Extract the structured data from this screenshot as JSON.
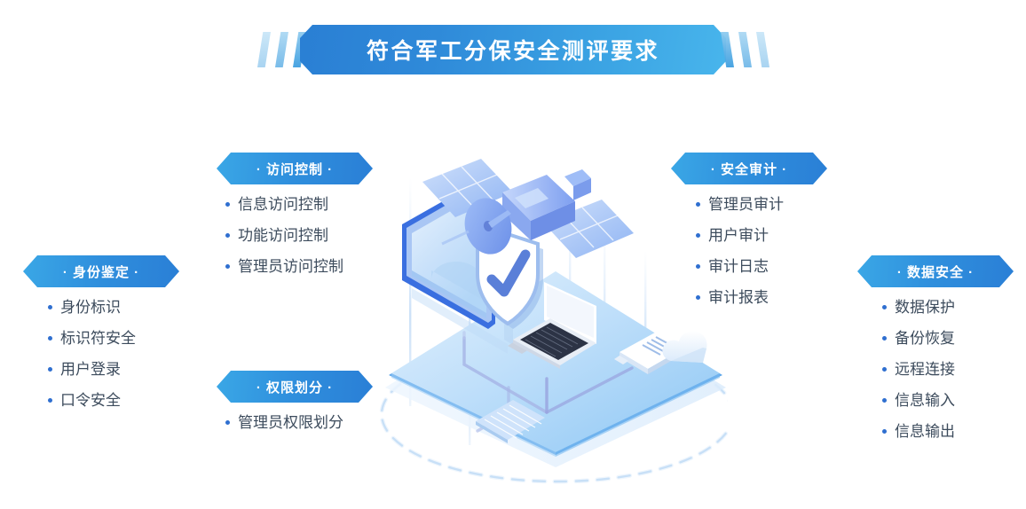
{
  "banner": {
    "title": "符合军工分保安全测评要求",
    "accent_left": "#2a7fd4",
    "accent_right": "#48b5ec",
    "chevron_icon": "chevron-bars-decoration"
  },
  "groups": [
    {
      "id": "identity",
      "label": "· 身份鉴定 ·",
      "items": [
        "身份标识",
        "标识符安全",
        "用户登录",
        "口令安全"
      ]
    },
    {
      "id": "access",
      "label": "· 访问控制 ·",
      "items": [
        "信息访问控制",
        "功能访问控制",
        "管理员访问控制"
      ]
    },
    {
      "id": "privilege",
      "label": "· 权限划分 ·",
      "items": [
        "管理员权限划分"
      ]
    },
    {
      "id": "audit",
      "label": "· 安全审计 ·",
      "items": [
        "管理员审计",
        "用户审计",
        "审计日志",
        "审计报表"
      ]
    },
    {
      "id": "data",
      "label": "· 数据安全 ·",
      "items": [
        "数据保护",
        "备份恢复",
        "远程连接",
        "信息输入",
        "信息输出"
      ]
    }
  ],
  "illustration": {
    "name": "isometric-security-platform",
    "elements": [
      "platform-base",
      "monitor-screen",
      "shield-check-icon",
      "satellite-icon",
      "laptop-icon",
      "keyboard-icon",
      "tablet-icon",
      "cloud-icon",
      "orbit-dashed-ring",
      "network-connector-lines"
    ],
    "palette": {
      "platform_light": "#d6e9fb",
      "platform_mid": "#9ecdf5",
      "platform_edge": "#4a9ce8",
      "monitor_border": "#3a6fe0",
      "satellite_blue": "#7fa9f0",
      "shield_white": "#ffffff",
      "shield_check": "#5a7fd8",
      "connector_purple": "#9aa6e0"
    }
  },
  "colors": {
    "bullet": "#2f6fd0",
    "text": "#3c4b5c",
    "pill_gradient_start": "#3aa7e6",
    "pill_gradient_end": "#2a7fd6"
  }
}
